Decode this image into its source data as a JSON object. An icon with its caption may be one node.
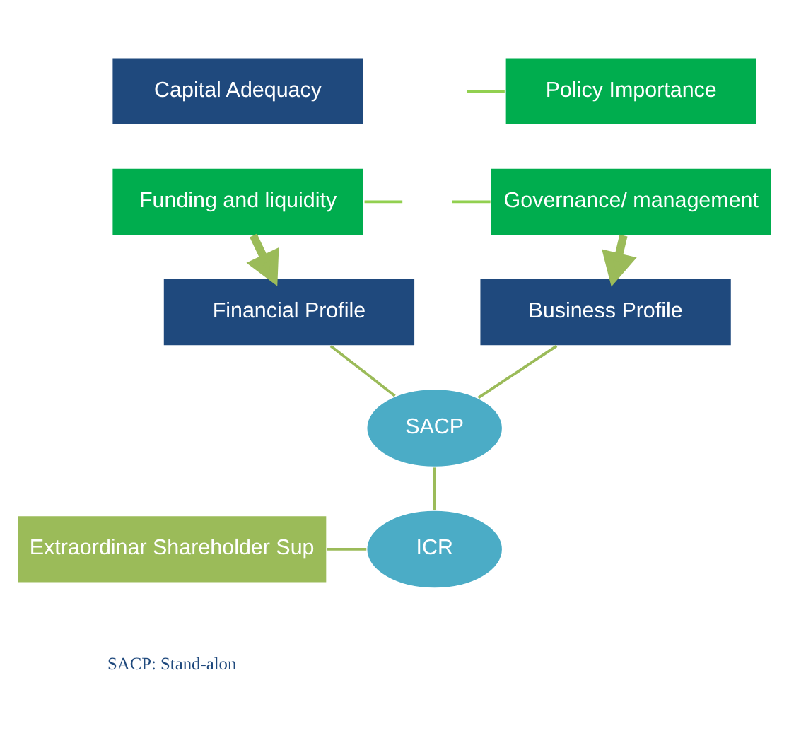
{
  "diagram": {
    "nodes": [
      {
        "text": [
          "Policy Importance"
        ]
      },
      {
        "text": [
          "Capital Adequacy"
        ]
      },
      {
        "text": [
          "Governance/ management"
        ]
      },
      {
        "text": [
          "Funding and liquidity"
        ]
      },
      {
        "text": [
          "Business Profile"
        ]
      },
      {
        "text": [
          "Financial Profile"
        ]
      },
      {
        "text": [
          "SACP"
        ]
      },
      {
        "text": [
          "ICR"
        ]
      },
      {
        "text": [
          "Extraordinar Shareholder Sup"
        ]
      }
    ],
    "edges": [
      {
        "from": null,
        "to": 0,
        "arrow": "none",
        "color": "#92d050"
      },
      {
        "from": null,
        "to": 2,
        "arrow": "none",
        "color": "#92d050"
      },
      {
        "from": null,
        "to": 3,
        "arrow": "none",
        "color": "#92d050"
      },
      {
        "from": 2,
        "to": 4,
        "arrow": "to",
        "style": "thick"
      },
      {
        "from": 3,
        "to": 5,
        "arrow": "to",
        "style": "thick"
      },
      {
        "from": 4,
        "to": 6,
        "arrow": "none"
      },
      {
        "from": 5,
        "to": 6,
        "arrow": "none"
      },
      {
        "from": 6,
        "to": 7,
        "arrow": "none"
      },
      {
        "from": 8,
        "to": 7,
        "arrow": "none"
      }
    ],
    "labels": [
      "SACP: Stand-alon"
    ]
  }
}
